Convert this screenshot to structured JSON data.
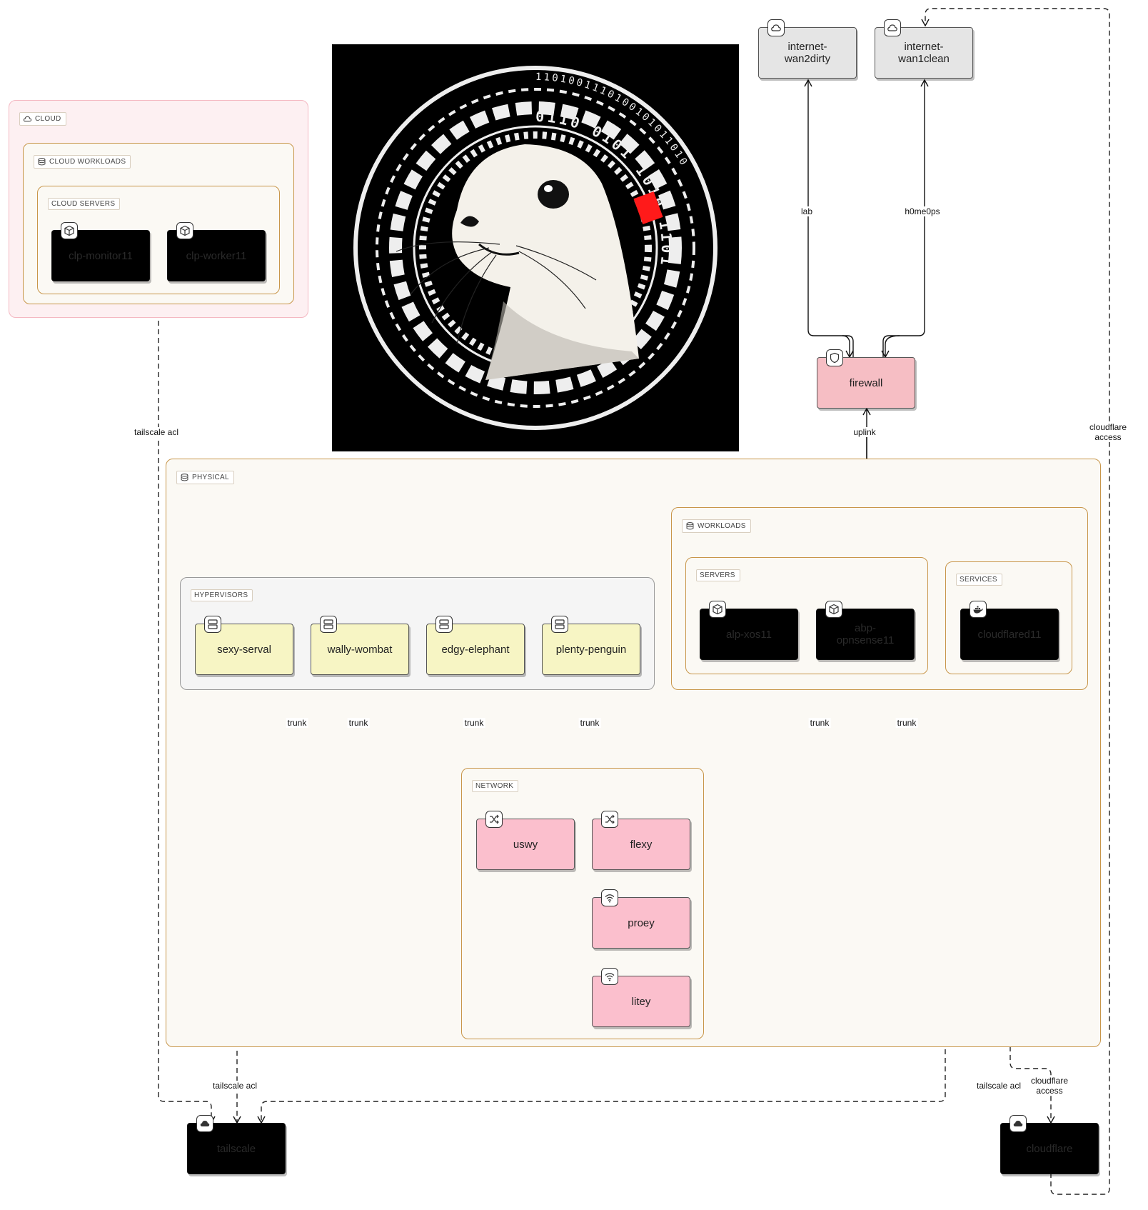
{
  "groups": {
    "cloud": "CLOUD",
    "cloud_workloads": "CLOUD WORKLOADS",
    "cloud_servers": "CLOUD SERVERS",
    "physical": "PHYSICAL",
    "workloads": "WORKLOADS",
    "servers": "SERVERS",
    "services": "SERVICES",
    "hypervisors": "HYPERVISORS",
    "network": "NETWORK"
  },
  "nodes": {
    "clp_monitor11": "clp-monitor11",
    "clp_worker11": "clp-worker11",
    "internet_wan2dirty": "internet-\nwan2dirty",
    "internet_wan1clean": "internet-\nwan1clean",
    "firewall": "firewall",
    "sexy_serval": "sexy-serval",
    "wally_wombat": "wally-wombat",
    "edgy_elephant": "edgy-elephant",
    "plenty_penguin": "plenty-penguin",
    "alp_xos11": "alp-xos11",
    "abp_opnsense11": "abp-\nopnsense11",
    "cloudflared11": "cloudflared11",
    "uswy": "uswy",
    "flexy": "flexy",
    "proey": "proey",
    "litey": "litey",
    "tailscale": "tailscale",
    "cloudflare": "cloudflare"
  },
  "edges": {
    "lab": "lab",
    "h0me0ps": "h0me0ps",
    "uplink": "uplink",
    "tailscale_acl_1": "tailscale acl",
    "tailscale_acl_2": "tailscale acl",
    "tailscale_acl_3": "tailscale acl",
    "cloudflare_access_1": "cloudflare\naccess",
    "cloudflare_access_2": "cloudflare\naccess",
    "trunk_1": "trunk",
    "trunk_2": "trunk",
    "trunk_3": "trunk",
    "trunk_4": "trunk",
    "trunk_5": "trunk",
    "trunk_6": "trunk"
  },
  "logo": {
    "outer_ring_text": "1101001110100101011010",
    "inner_ring_text": "0110 0101 1010 1101",
    "accent_color": "#ff1a1a"
  },
  "colors": {
    "cloud_group_bg": "#fdf0f2",
    "cloud_group_border": "#f4b8c2",
    "group_border": "#c8964a",
    "group_bg": "#fbf9f4",
    "hypervisor_bg": "#f5f5f5",
    "node_yellow": "#f7f5c4",
    "node_pink": "#fbbfcd",
    "node_dark": "#000000"
  }
}
